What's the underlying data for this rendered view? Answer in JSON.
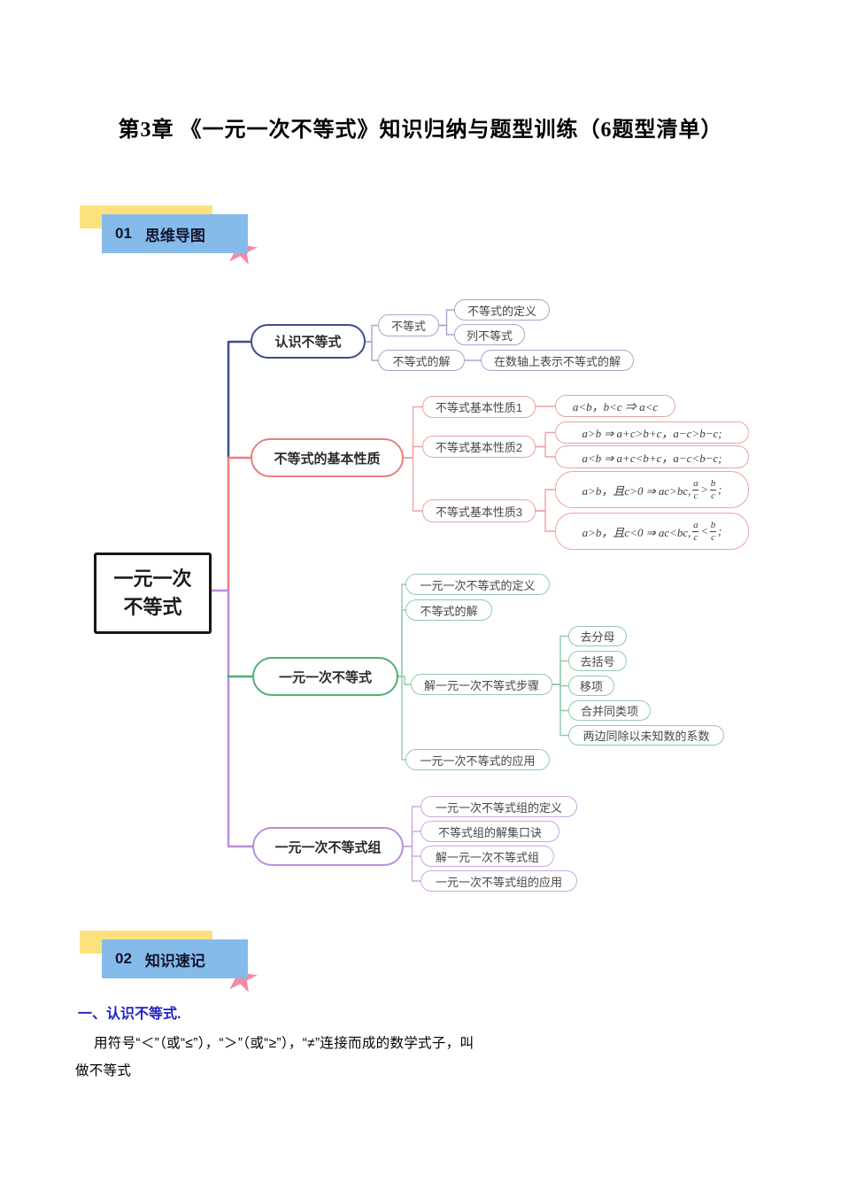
{
  "page": {
    "title": "第3章 《一元一次不等式》知识归纳与题型训练（6题型清单）"
  },
  "sections": {
    "s1": {
      "num": "01",
      "label": "思维导图"
    },
    "s2": {
      "num": "02",
      "label": "知识速记"
    }
  },
  "icons": {
    "star": "★"
  },
  "colors": {
    "branch1": "#3e4c8e",
    "branch2": "#ec7d7d",
    "branch3": "#4fae74",
    "branch4": "#b98fd6",
    "badge_yellow": "#fbe27f",
    "badge_blue": "#85bbea",
    "star_pink": "#f28ba3",
    "heading_blue": "#2121cb"
  },
  "mindmap": {
    "root": {
      "line1": "一元一次",
      "line2": "不等式"
    },
    "b1": {
      "label": "认识不等式",
      "budengshi": "不等式",
      "dingyi": "不等式的定义",
      "lie": "列不等式",
      "jie": "不等式的解",
      "shuzhou": "在数轴上表示不等式的解"
    },
    "b2": {
      "label": "不等式的基本性质",
      "p1": "不等式基本性质1",
      "p2": "不等式基本性质2",
      "p3": "不等式基本性质3",
      "f1": "a<b，b<c ⇒ a<c",
      "f2": "a>b ⇒ a+c>b+c，a−c>b−c;",
      "f3": "a<b ⇒ a+c<b+c，a−c<b−c;",
      "f4": {
        "pre": "a>b，且c>0 ⇒ ac>bc,",
        "n1": "a",
        "d1": "c",
        "op": ">",
        "n2": "b",
        "d2": "c",
        "post": ";"
      },
      "f5": {
        "pre": "a>b，且c<0 ⇒ ac<bc,",
        "n1": "a",
        "d1": "c",
        "op": "<",
        "n2": "b",
        "d2": "c",
        "post": ";"
      }
    },
    "b3": {
      "label": "一元一次不等式",
      "dingyi": "一元一次不等式的定义",
      "jie": "不等式的解",
      "buzhou": "解一元一次不等式步骤",
      "step1": "去分母",
      "step2": "去括号",
      "step3": "移项",
      "step4": "合并同类项",
      "step5": "两边同除以未知数的系数",
      "yingyong": "一元一次不等式的应用"
    },
    "b4": {
      "label": "一元一次不等式组",
      "dingyi": "一元一次不等式组的定义",
      "koujue": "不等式组的解集口诀",
      "jie": "解一元一次不等式组",
      "yingyong": "一元一次不等式组的应用"
    }
  },
  "notes": {
    "heading": "一、认识不等式.",
    "line1": "用符号“＜”（或“≤”），“＞”（或“≥”），“≠”连接而成的数学式子，叫",
    "line2": "做不等式"
  }
}
